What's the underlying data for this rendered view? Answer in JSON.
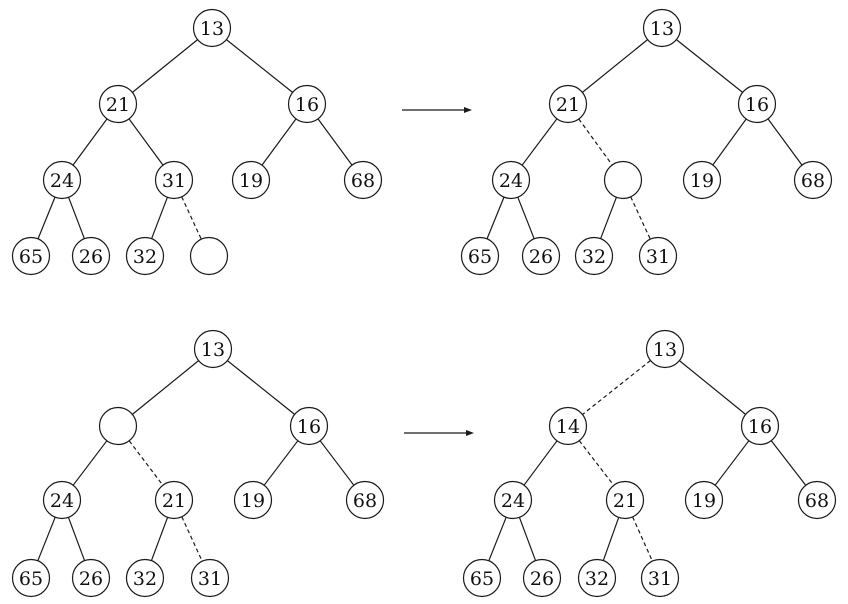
{
  "colors": {
    "stroke": "#1a1a1a",
    "node_fill": "#ffffff",
    "text": "#111111"
  },
  "panels": [
    {
      "id": "top-left",
      "nodes": [
        {
          "id": "n1",
          "label": "13"
        },
        {
          "id": "n2",
          "label": "21"
        },
        {
          "id": "n3",
          "label": "16"
        },
        {
          "id": "n4",
          "label": "24"
        },
        {
          "id": "n5",
          "label": "31"
        },
        {
          "id": "n6",
          "label": "19"
        },
        {
          "id": "n7",
          "label": "68"
        },
        {
          "id": "n8",
          "label": "65"
        },
        {
          "id": "n9",
          "label": "26"
        },
        {
          "id": "n10",
          "label": "32"
        },
        {
          "id": "n11",
          "label": ""
        }
      ],
      "edges": [
        {
          "from": "n1",
          "to": "n2",
          "style": "solid"
        },
        {
          "from": "n1",
          "to": "n3",
          "style": "solid"
        },
        {
          "from": "n2",
          "to": "n4",
          "style": "solid"
        },
        {
          "from": "n2",
          "to": "n5",
          "style": "solid"
        },
        {
          "from": "n3",
          "to": "n6",
          "style": "solid"
        },
        {
          "from": "n3",
          "to": "n7",
          "style": "solid"
        },
        {
          "from": "n4",
          "to": "n8",
          "style": "solid"
        },
        {
          "from": "n4",
          "to": "n9",
          "style": "solid"
        },
        {
          "from": "n5",
          "to": "n10",
          "style": "solid"
        },
        {
          "from": "n5",
          "to": "n11",
          "style": "dashed"
        }
      ]
    },
    {
      "id": "top-right",
      "nodes": [
        {
          "id": "n1",
          "label": "13"
        },
        {
          "id": "n2",
          "label": "21"
        },
        {
          "id": "n3",
          "label": "16"
        },
        {
          "id": "n4",
          "label": "24"
        },
        {
          "id": "n5",
          "label": ""
        },
        {
          "id": "n6",
          "label": "19"
        },
        {
          "id": "n7",
          "label": "68"
        },
        {
          "id": "n8",
          "label": "65"
        },
        {
          "id": "n9",
          "label": "26"
        },
        {
          "id": "n10",
          "label": "32"
        },
        {
          "id": "n11",
          "label": "31"
        }
      ],
      "edges": [
        {
          "from": "n1",
          "to": "n2",
          "style": "solid"
        },
        {
          "from": "n1",
          "to": "n3",
          "style": "solid"
        },
        {
          "from": "n2",
          "to": "n4",
          "style": "solid"
        },
        {
          "from": "n2",
          "to": "n5",
          "style": "dashed"
        },
        {
          "from": "n3",
          "to": "n6",
          "style": "solid"
        },
        {
          "from": "n3",
          "to": "n7",
          "style": "solid"
        },
        {
          "from": "n4",
          "to": "n8",
          "style": "solid"
        },
        {
          "from": "n4",
          "to": "n9",
          "style": "solid"
        },
        {
          "from": "n5",
          "to": "n10",
          "style": "solid"
        },
        {
          "from": "n5",
          "to": "n11",
          "style": "dashed"
        }
      ]
    },
    {
      "id": "bottom-left",
      "nodes": [
        {
          "id": "n1",
          "label": "13"
        },
        {
          "id": "n2",
          "label": ""
        },
        {
          "id": "n3",
          "label": "16"
        },
        {
          "id": "n4",
          "label": "24"
        },
        {
          "id": "n5",
          "label": "21"
        },
        {
          "id": "n6",
          "label": "19"
        },
        {
          "id": "n7",
          "label": "68"
        },
        {
          "id": "n8",
          "label": "65"
        },
        {
          "id": "n9",
          "label": "26"
        },
        {
          "id": "n10",
          "label": "32"
        },
        {
          "id": "n11",
          "label": "31"
        }
      ],
      "edges": [
        {
          "from": "n1",
          "to": "n2",
          "style": "solid"
        },
        {
          "from": "n1",
          "to": "n3",
          "style": "solid"
        },
        {
          "from": "n2",
          "to": "n4",
          "style": "solid"
        },
        {
          "from": "n2",
          "to": "n5",
          "style": "dashed"
        },
        {
          "from": "n3",
          "to": "n6",
          "style": "solid"
        },
        {
          "from": "n3",
          "to": "n7",
          "style": "solid"
        },
        {
          "from": "n4",
          "to": "n8",
          "style": "solid"
        },
        {
          "from": "n4",
          "to": "n9",
          "style": "solid"
        },
        {
          "from": "n5",
          "to": "n10",
          "style": "solid"
        },
        {
          "from": "n5",
          "to": "n11",
          "style": "dashed"
        }
      ]
    },
    {
      "id": "bottom-right",
      "nodes": [
        {
          "id": "n1",
          "label": "13"
        },
        {
          "id": "n2",
          "label": "14"
        },
        {
          "id": "n3",
          "label": "16"
        },
        {
          "id": "n4",
          "label": "24"
        },
        {
          "id": "n5",
          "label": "21"
        },
        {
          "id": "n6",
          "label": "19"
        },
        {
          "id": "n7",
          "label": "68"
        },
        {
          "id": "n8",
          "label": "65"
        },
        {
          "id": "n9",
          "label": "26"
        },
        {
          "id": "n10",
          "label": "32"
        },
        {
          "id": "n11",
          "label": "31"
        }
      ],
      "edges": [
        {
          "from": "n1",
          "to": "n2",
          "style": "dashed"
        },
        {
          "from": "n1",
          "to": "n3",
          "style": "solid"
        },
        {
          "from": "n2",
          "to": "n4",
          "style": "solid"
        },
        {
          "from": "n2",
          "to": "n5",
          "style": "dashed"
        },
        {
          "from": "n3",
          "to": "n6",
          "style": "solid"
        },
        {
          "from": "n3",
          "to": "n7",
          "style": "solid"
        },
        {
          "from": "n4",
          "to": "n8",
          "style": "solid"
        },
        {
          "from": "n4",
          "to": "n9",
          "style": "solid"
        },
        {
          "from": "n5",
          "to": "n10",
          "style": "solid"
        },
        {
          "from": "n5",
          "to": "n11",
          "style": "dashed"
        }
      ]
    }
  ],
  "arrows": [
    {
      "id": "top",
      "from_panel": "top-left",
      "to_panel": "top-right"
    },
    {
      "id": "bottom",
      "from_panel": "bottom-left",
      "to_panel": "bottom-right"
    }
  ]
}
